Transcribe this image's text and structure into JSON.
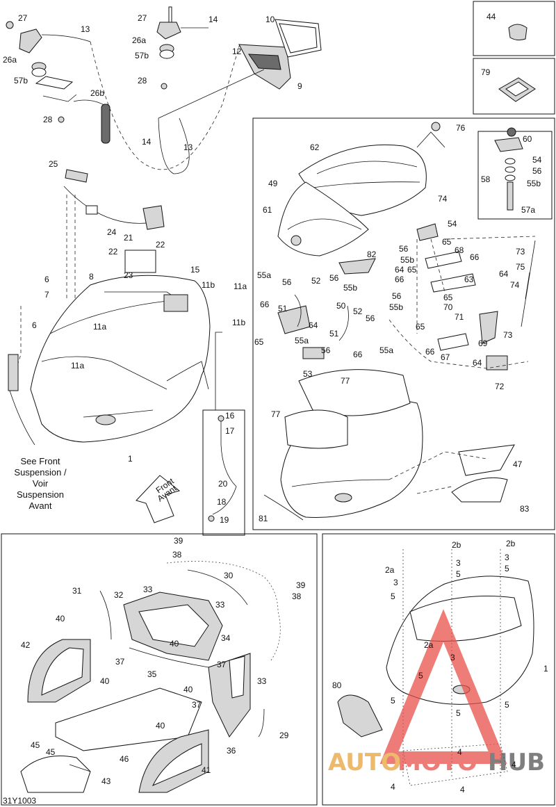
{
  "diagram": {
    "code": "31Y1003",
    "note_lines": [
      "See Front",
      "Suspension /",
      "Voir",
      "Suspension",
      "Avant"
    ],
    "arrow_lines": [
      "Front",
      "Avant"
    ],
    "watermark": {
      "text_1": "AUTO",
      "text_2": "MOTO",
      "text_3": "HUB",
      "color_1": "#e8a23a",
      "color_2": "#e8504a",
      "color_3": "#555555"
    }
  },
  "callouts": {
    "p1_27a": "27",
    "p1_26a_a": "26a",
    "p1_57b_a": "57b",
    "p1_28a": "28",
    "p1_26b": "26b",
    "p1_13a": "13",
    "p1_27b": "27",
    "p1_26a_b": "26a",
    "p1_57b_b": "57b",
    "p1_28b": "28",
    "p1_14a": "14",
    "p1_10": "10",
    "p1_12": "12",
    "p1_9": "9",
    "p1_14b": "14",
    "p1_13b": "13",
    "p1_25": "25",
    "p1_24": "24",
    "p1_21": "21",
    "p1_22a": "22",
    "p1_22b": "22",
    "p1_23": "23",
    "p1_15": "15",
    "p1_6a": "6",
    "p1_8": "8",
    "p1_7": "7",
    "p1_11b_a": "11b",
    "p1_11a_a": "11a",
    "p1_11b_b": "11b",
    "p1_6b": "6",
    "p1_11a_b": "11a",
    "p1_11a_c": "11a",
    "p1_1": "1",
    "p1_16": "16",
    "p1_17": "17",
    "p1_20": "20",
    "p1_18": "18",
    "p1_19": "19",
    "p44": "44",
    "p79": "79",
    "p2_76": "76",
    "p2_62": "62",
    "p2_60": "60",
    "p2_54a": "54",
    "p2_56a": "56",
    "p2_58": "58",
    "p2_55b_a": "55b",
    "p2_57a": "57a",
    "p2_49": "49",
    "p2_61": "61",
    "p2_74a": "74",
    "p2_54b": "54",
    "p2_73a": "73",
    "p2_75": "75",
    "p2_82": "82",
    "p2_56b": "56",
    "p2_65a": "65",
    "p2_68": "68",
    "p2_55b_b": "55b",
    "p2_66a": "66",
    "p2_64a": "64",
    "p2_64b": "64",
    "p2_66b": "66",
    "p2_63": "63",
    "p2_74b": "74",
    "p2_55a_a": "55a",
    "p2_56c": "56",
    "p2_52a": "52",
    "p2_56d": "56",
    "p2_55b_c": "55b",
    "p2_56e": "56",
    "p2_65b": "65",
    "p2_66c": "66",
    "p2_51a": "51",
    "p2_50": "50",
    "p2_55b_d": "55b",
    "p2_70": "70",
    "p2_71": "71",
    "p2_52b": "52",
    "p2_64c": "64",
    "p2_56f": "56",
    "p2_65c": "65",
    "p2_73b": "73",
    "p2_65d": "65",
    "p2_51b": "51",
    "p2_55a_b": "55a",
    "p2_56g": "56",
    "p2_69": "69",
    "p2_55a_c": "55a",
    "p2_66d": "66",
    "p2_66e": "66",
    "p2_67": "67",
    "p2_64d": "64",
    "p2_53": "53",
    "p2_77a": "77",
    "p2_72": "72",
    "p2_77b": "77",
    "p2_47": "47",
    "p2_83": "83",
    "p2_81": "81",
    "p2_65e": "65",
    "p3_39a": "39",
    "p3_38a": "38",
    "p3_30": "30",
    "p3_39b": "39",
    "p3_38b": "38",
    "p3_31": "31",
    "p3_32": "32",
    "p3_33a": "33",
    "p3_33b": "33",
    "p3_40a": "40",
    "p3_34": "34",
    "p3_42": "42",
    "p3_40b": "40",
    "p3_37a": "37",
    "p3_40c": "40",
    "p3_35": "35",
    "p3_37b": "37",
    "p3_33c": "33",
    "p3_40d": "40",
    "p3_37c": "37",
    "p3_40e": "40",
    "p3_29": "29",
    "p3_36": "36",
    "p3_46": "46",
    "p3_45a": "45",
    "p3_45b": "45",
    "p3_43": "43",
    "p3_41": "41",
    "p4_2b_a": "2b",
    "p4_2b_b": "2b",
    "p4_2a_a": "2a",
    "p4_3a": "3",
    "p4_3b": "3",
    "p4_5a": "5",
    "p4_5b": "5",
    "p4_3c": "3",
    "p4_5c": "5",
    "p4_1": "1",
    "p4_2a_b": "2a",
    "p4_3d": "3",
    "p4_5d": "5",
    "p4_80": "80",
    "p4_5e": "5",
    "p4_5f": "5",
    "p4_5g": "5",
    "p4_4a": "4",
    "p4_4b": "4",
    "p4_4c": "4",
    "p4_4d": "4"
  }
}
